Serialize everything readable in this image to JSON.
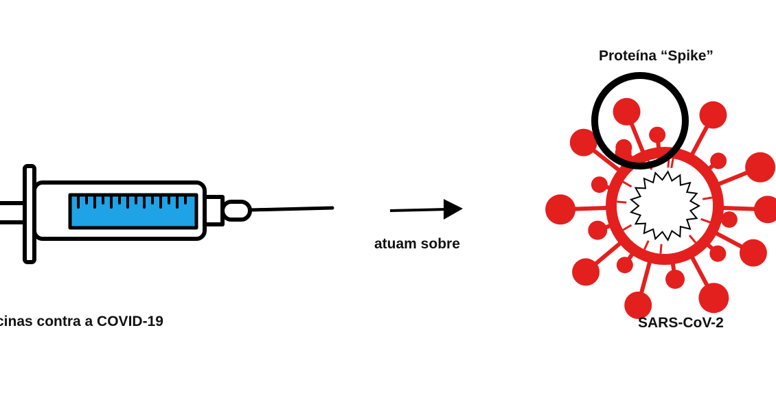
{
  "labels": {
    "vaccine": "cinas contra a COVID-19",
    "acts_on": "atuam sobre",
    "spike": "Proteína “Spike”",
    "virus": "SARS-CoV-2"
  },
  "colors": {
    "virus_red": "#e3201e",
    "syringe_fluid": "#1fa3e6",
    "ink": "#000000"
  }
}
